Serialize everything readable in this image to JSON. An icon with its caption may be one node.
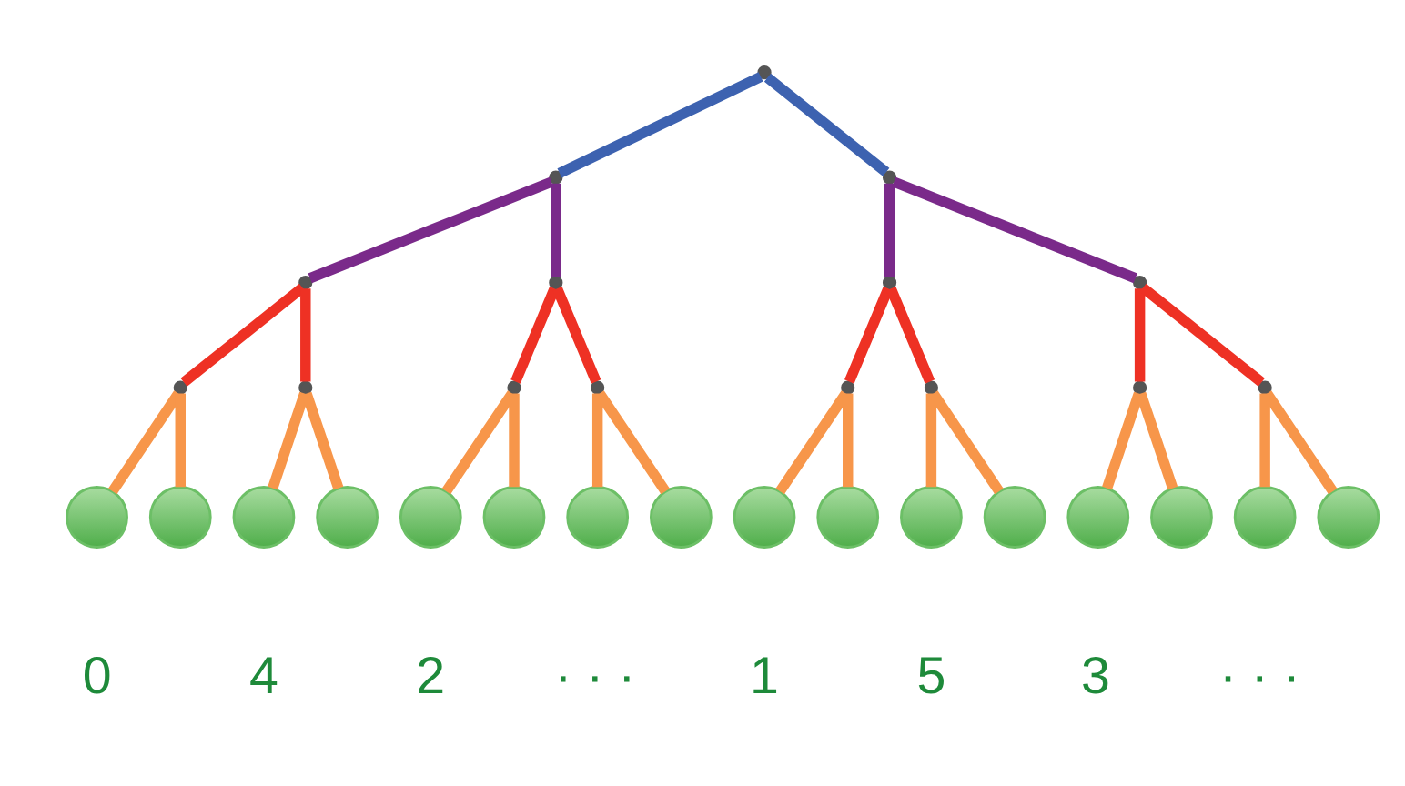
{
  "diagram": {
    "nodes": [
      {
        "text": [],
        "shape": "point"
      },
      {
        "text": [],
        "shape": "point"
      },
      {
        "text": [],
        "shape": "point"
      },
      {
        "text": [],
        "shape": "point"
      },
      {
        "text": [],
        "shape": "point"
      },
      {
        "text": [],
        "shape": "point"
      },
      {
        "text": [],
        "shape": "point"
      },
      {
        "text": [],
        "shape": "point"
      },
      {
        "text": [],
        "shape": "point"
      },
      {
        "text": [],
        "shape": "point"
      },
      {
        "text": [],
        "shape": "point"
      },
      {
        "text": [],
        "shape": "point"
      },
      {
        "text": [],
        "shape": "point"
      },
      {
        "text": [],
        "shape": "point"
      },
      {
        "text": [],
        "shape": "point"
      },
      {
        "text": [],
        "shape": "circle",
        "beside": [
          "0"
        ]
      },
      {
        "text": [],
        "shape": "circle"
      },
      {
        "text": [],
        "shape": "circle",
        "beside": [
          "4"
        ]
      },
      {
        "text": [],
        "shape": "circle"
      },
      {
        "text": [],
        "shape": "circle",
        "beside": [
          "2"
        ]
      },
      {
        "text": [],
        "shape": "circle",
        "beside": [
          "· · ·"
        ]
      },
      {
        "text": [],
        "shape": "circle"
      },
      {
        "text": [],
        "shape": "circle"
      },
      {
        "text": [],
        "shape": "circle",
        "beside": [
          "1"
        ]
      },
      {
        "text": [],
        "shape": "circle"
      },
      {
        "text": [],
        "shape": "circle",
        "beside": [
          "5"
        ]
      },
      {
        "text": [],
        "shape": "circle"
      },
      {
        "text": [],
        "shape": "circle",
        "beside": [
          "3"
        ]
      },
      {
        "text": [],
        "shape": "circle",
        "beside": [
          "· · ·"
        ]
      },
      {
        "text": [],
        "shape": "circle"
      },
      {
        "text": [],
        "shape": "circle"
      }
    ],
    "edges": [
      {
        "from": 0,
        "to": 1,
        "arrow": "none",
        "color": "#3d62b0"
      },
      {
        "from": 0,
        "to": 2,
        "arrow": "none",
        "color": "#3d62b0"
      },
      {
        "from": 1,
        "to": 3,
        "arrow": "none",
        "color": "#7a2a8a"
      },
      {
        "from": 1,
        "to": 4,
        "arrow": "none",
        "color": "#7a2a8a"
      },
      {
        "from": 2,
        "to": 5,
        "arrow": "none",
        "color": "#7a2a8a"
      },
      {
        "from": 2,
        "to": 6,
        "arrow": "none",
        "color": "#7a2a8a"
      },
      {
        "from": 3,
        "to": 7,
        "arrow": "none",
        "color": "#ee3124"
      },
      {
        "from": 3,
        "to": 8,
        "arrow": "none",
        "color": "#ee3124"
      },
      {
        "from": 4,
        "to": 9,
        "arrow": "none",
        "color": "#ee3124"
      },
      {
        "from": 4,
        "to": 10,
        "arrow": "none",
        "color": "#ee3124"
      },
      {
        "from": 5,
        "to": 11,
        "arrow": "none",
        "color": "#ee3124"
      },
      {
        "from": 5,
        "to": 12,
        "arrow": "none",
        "color": "#ee3124"
      },
      {
        "from": 6,
        "to": 13,
        "arrow": "none",
        "color": "#ee3124"
      },
      {
        "from": 6,
        "to": 14,
        "arrow": "none",
        "color": "#ee3124"
      },
      {
        "from": 7,
        "to": 15,
        "arrow": "none",
        "color": "#f7964a"
      },
      {
        "from": 7,
        "to": 16,
        "arrow": "none",
        "color": "#f7964a"
      },
      {
        "from": 8,
        "to": 17,
        "arrow": "none",
        "color": "#f7964a"
      },
      {
        "from": 8,
        "to": 18,
        "arrow": "none",
        "color": "#f7964a"
      },
      {
        "from": 9,
        "to": 19,
        "arrow": "none",
        "color": "#f7964a"
      },
      {
        "from": 9,
        "to": 20,
        "arrow": "none",
        "color": "#f7964a"
      },
      {
        "from": 10,
        "to": 21,
        "arrow": "none",
        "color": "#f7964a"
      },
      {
        "from": 10,
        "to": 22,
        "arrow": "none",
        "color": "#f7964a"
      },
      {
        "from": 11,
        "to": 23,
        "arrow": "none",
        "color": "#f7964a"
      },
      {
        "from": 11,
        "to": 24,
        "arrow": "none",
        "color": "#f7964a"
      },
      {
        "from": 12,
        "to": 25,
        "arrow": "none",
        "color": "#f7964a"
      },
      {
        "from": 12,
        "to": 26,
        "arrow": "none",
        "color": "#f7964a"
      },
      {
        "from": 13,
        "to": 27,
        "arrow": "none",
        "color": "#f7964a"
      },
      {
        "from": 13,
        "to": 28,
        "arrow": "none",
        "color": "#f7964a"
      },
      {
        "from": 14,
        "to": 29,
        "arrow": "none",
        "color": "#f7964a"
      },
      {
        "from": 14,
        "to": 30,
        "arrow": "none",
        "color": "#f7964a"
      }
    ]
  }
}
